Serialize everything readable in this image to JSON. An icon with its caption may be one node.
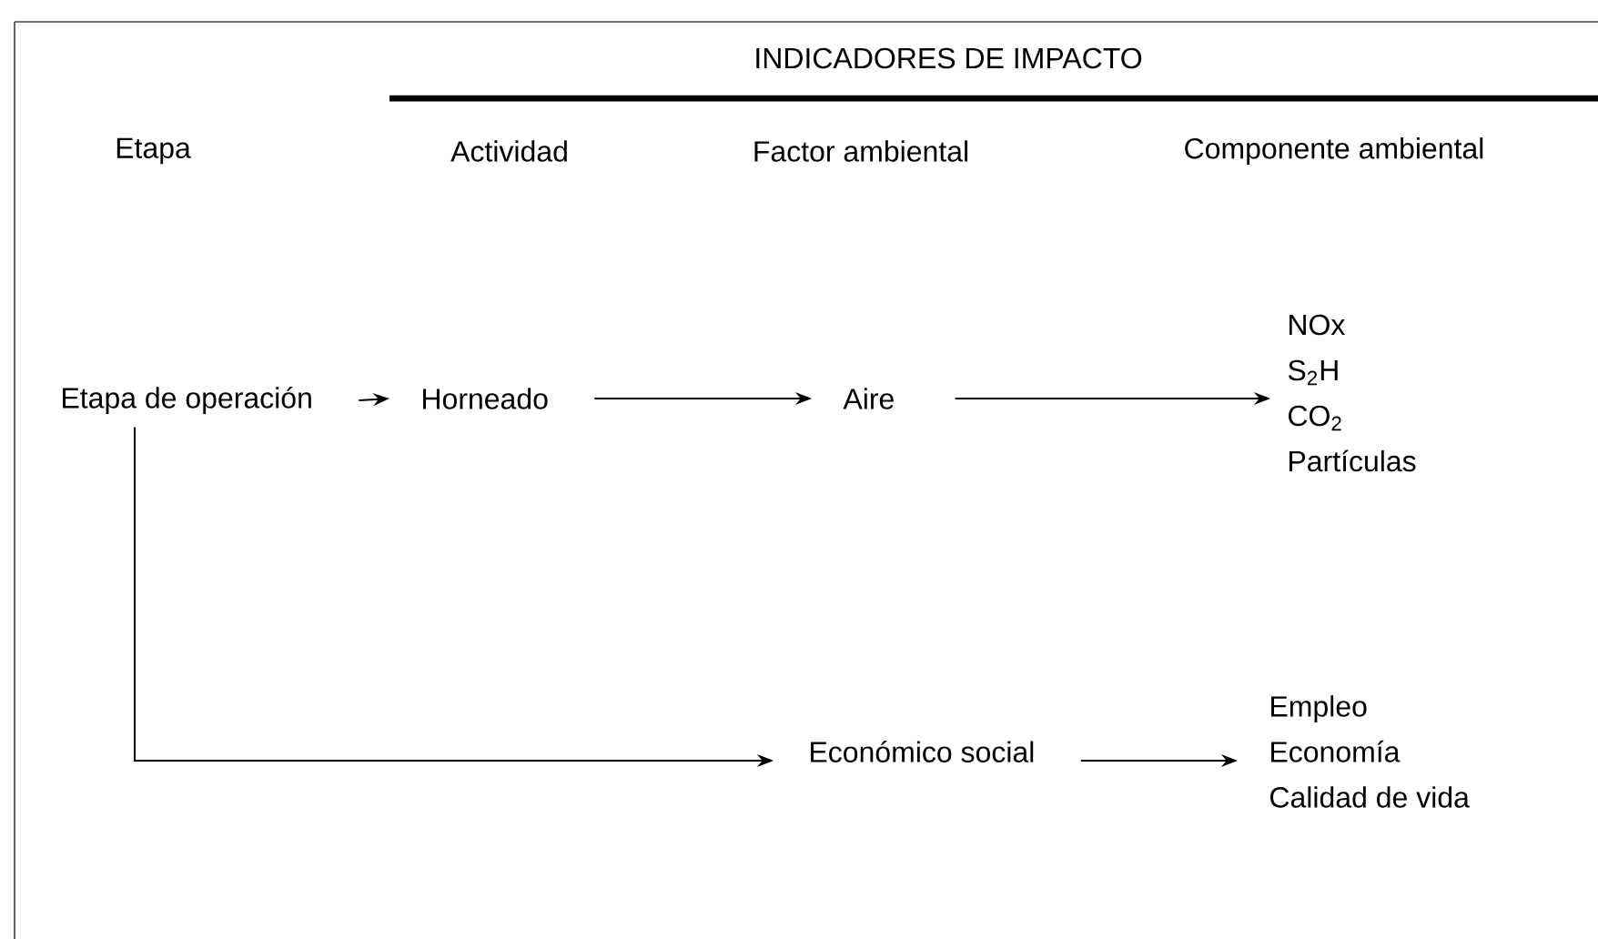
{
  "diagram": {
    "nodes": [
      {
        "text": [
          "Etapa de operación"
        ]
      },
      {
        "text": [
          "Horneado"
        ]
      },
      {
        "text": [
          "Aire"
        ]
      },
      {
        "text": [
          "NOx",
          "S$_{2}$H",
          "CO$_{2}$",
          "Partículas"
        ]
      },
      {
        "text": [
          "Económico social"
        ]
      },
      {
        "text": [
          "Empleo",
          "Economía",
          "Calidad de vida"
        ]
      }
    ],
    "edges": [
      {
        "from": 0,
        "to": 1,
        "arrow": "to"
      },
      {
        "from": 1,
        "to": 2,
        "arrow": "to"
      },
      {
        "from": 2,
        "to": 3,
        "arrow": "to"
      },
      {
        "from": 0,
        "to": 4,
        "arrow": "to"
      },
      {
        "from": 4,
        "to": 5,
        "arrow": "to"
      }
    ],
    "labels": [
      "INDICADORES DE IMPACTO",
      "Etapa",
      "Actividad",
      "Factor ambiental",
      "Componente ambiental"
    ]
  }
}
